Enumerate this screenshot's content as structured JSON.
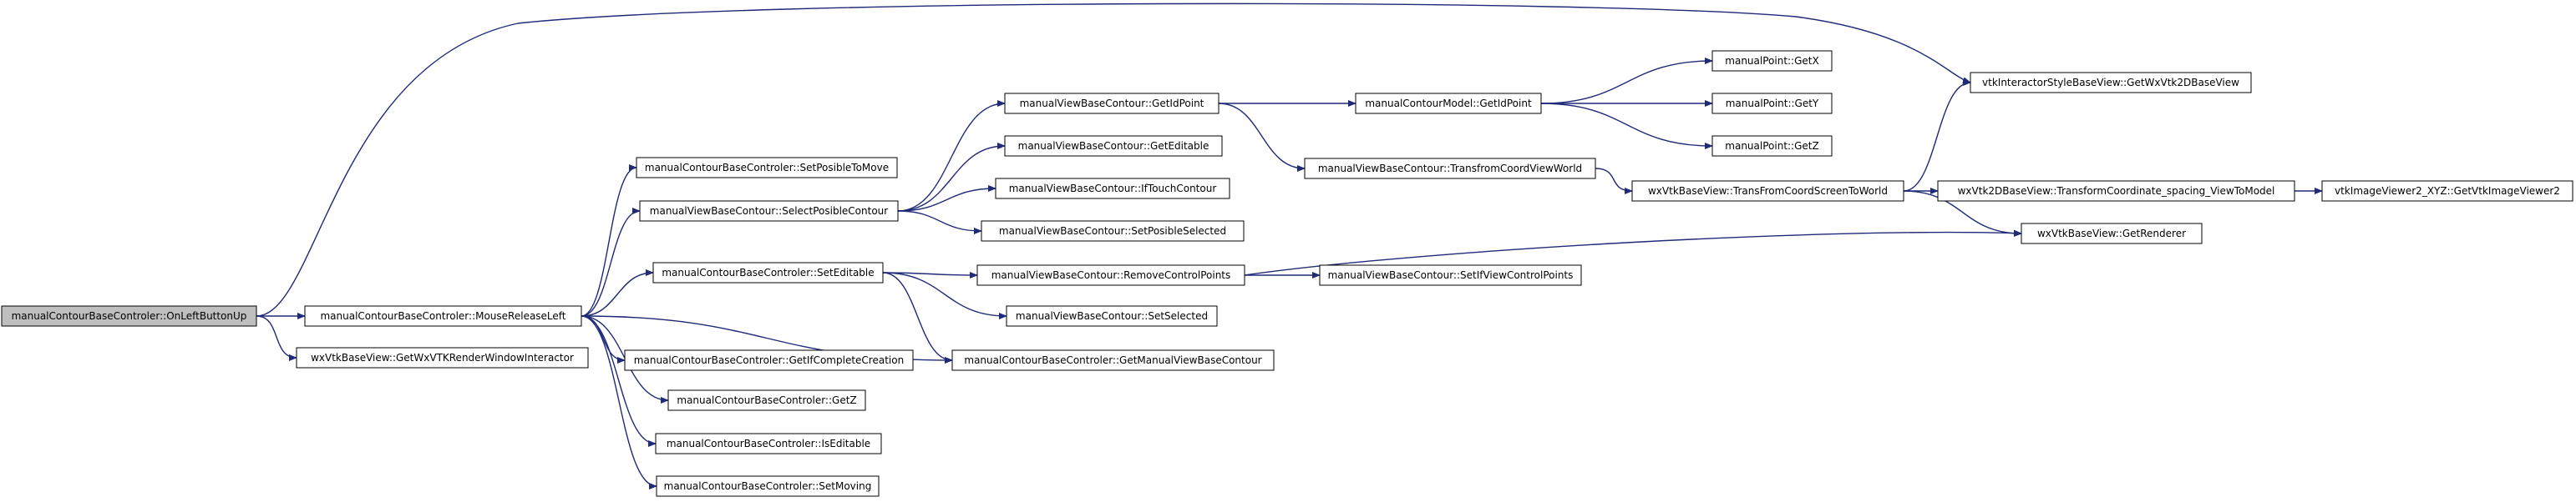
{
  "colors": {
    "edge": "#1f2a78",
    "node_fill": "#ffffff",
    "root_fill": "#bfbfbf",
    "border": "#000000",
    "background": "#ffffff"
  },
  "nodes": [
    {
      "id": "n0",
      "label": "manualContourBaseControler::OnLeftButtonUp",
      "root": true
    },
    {
      "id": "n1",
      "label": "manualContourBaseControler::MouseReleaseLeft"
    },
    {
      "id": "n2",
      "label": "wxVtkBaseView::GetWxVTKRenderWindowInteractor"
    },
    {
      "id": "n3",
      "label": "manualContourBaseControler::SetPosibleToMove"
    },
    {
      "id": "n4",
      "label": "manualViewBaseContour::SelectPosibleContour"
    },
    {
      "id": "n5",
      "label": "manualContourBaseControler::SetEditable"
    },
    {
      "id": "n6",
      "label": "manualContourBaseControler::GetIfCompleteCreation"
    },
    {
      "id": "n7",
      "label": "manualContourBaseControler::GetZ"
    },
    {
      "id": "n8",
      "label": "manualContourBaseControler::IsEditable"
    },
    {
      "id": "n9",
      "label": "manualContourBaseControler::SetMoving"
    },
    {
      "id": "n10",
      "label": "manualViewBaseContour::GetIdPoint"
    },
    {
      "id": "n11",
      "label": "manualViewBaseContour::GetEditable"
    },
    {
      "id": "n12",
      "label": "manualViewBaseContour::IfTouchContour"
    },
    {
      "id": "n13",
      "label": "manualViewBaseContour::SetPosibleSelected"
    },
    {
      "id": "n14",
      "label": "manualViewBaseContour::RemoveControlPoints"
    },
    {
      "id": "n15",
      "label": "manualViewBaseContour::SetSelected"
    },
    {
      "id": "n16",
      "label": "manualContourBaseControler::GetManualViewBaseContour"
    },
    {
      "id": "n17",
      "label": "manualContourModel::GetIdPoint"
    },
    {
      "id": "n18",
      "label": "manualViewBaseContour::TransfromCoordViewWorld"
    },
    {
      "id": "n19",
      "label": "manualViewBaseContour::SetIfViewControlPoints"
    },
    {
      "id": "n20",
      "label": "manualPoint::GetX"
    },
    {
      "id": "n21",
      "label": "manualPoint::GetY"
    },
    {
      "id": "n22",
      "label": "manualPoint::GetZ"
    },
    {
      "id": "n23",
      "label": "wxVtkBaseView::TransFromCoordScreenToWorld"
    },
    {
      "id": "n24",
      "label": "vtkInteractorStyleBaseView::GetWxVtk2DBaseView"
    },
    {
      "id": "n25",
      "label": "wxVtk2DBaseView::TransformCoordinate_spacing_ViewToModel"
    },
    {
      "id": "n26",
      "label": "wxVtkBaseView::GetRenderer"
    },
    {
      "id": "n27",
      "label": "vtkImageViewer2_XYZ::GetVtkImageViewer2"
    }
  ],
  "edges": [
    {
      "from": "n0",
      "to": "n1"
    },
    {
      "from": "n0",
      "to": "n2"
    },
    {
      "from": "n0",
      "to": "n24"
    },
    {
      "from": "n1",
      "to": "n3"
    },
    {
      "from": "n1",
      "to": "n4"
    },
    {
      "from": "n1",
      "to": "n5"
    },
    {
      "from": "n1",
      "to": "n6"
    },
    {
      "from": "n1",
      "to": "n7"
    },
    {
      "from": "n1",
      "to": "n8"
    },
    {
      "from": "n1",
      "to": "n9"
    },
    {
      "from": "n1",
      "to": "n16"
    },
    {
      "from": "n4",
      "to": "n10"
    },
    {
      "from": "n4",
      "to": "n11"
    },
    {
      "from": "n4",
      "to": "n12"
    },
    {
      "from": "n4",
      "to": "n13"
    },
    {
      "from": "n5",
      "to": "n14"
    },
    {
      "from": "n5",
      "to": "n15"
    },
    {
      "from": "n5",
      "to": "n16"
    },
    {
      "from": "n10",
      "to": "n17"
    },
    {
      "from": "n10",
      "to": "n18"
    },
    {
      "from": "n14",
      "to": "n19"
    },
    {
      "from": "n14",
      "to": "n26"
    },
    {
      "from": "n17",
      "to": "n20"
    },
    {
      "from": "n17",
      "to": "n21"
    },
    {
      "from": "n17",
      "to": "n22"
    },
    {
      "from": "n18",
      "to": "n23"
    },
    {
      "from": "n23",
      "to": "n24"
    },
    {
      "from": "n23",
      "to": "n25"
    },
    {
      "from": "n23",
      "to": "n26"
    },
    {
      "from": "n25",
      "to": "n27"
    }
  ]
}
